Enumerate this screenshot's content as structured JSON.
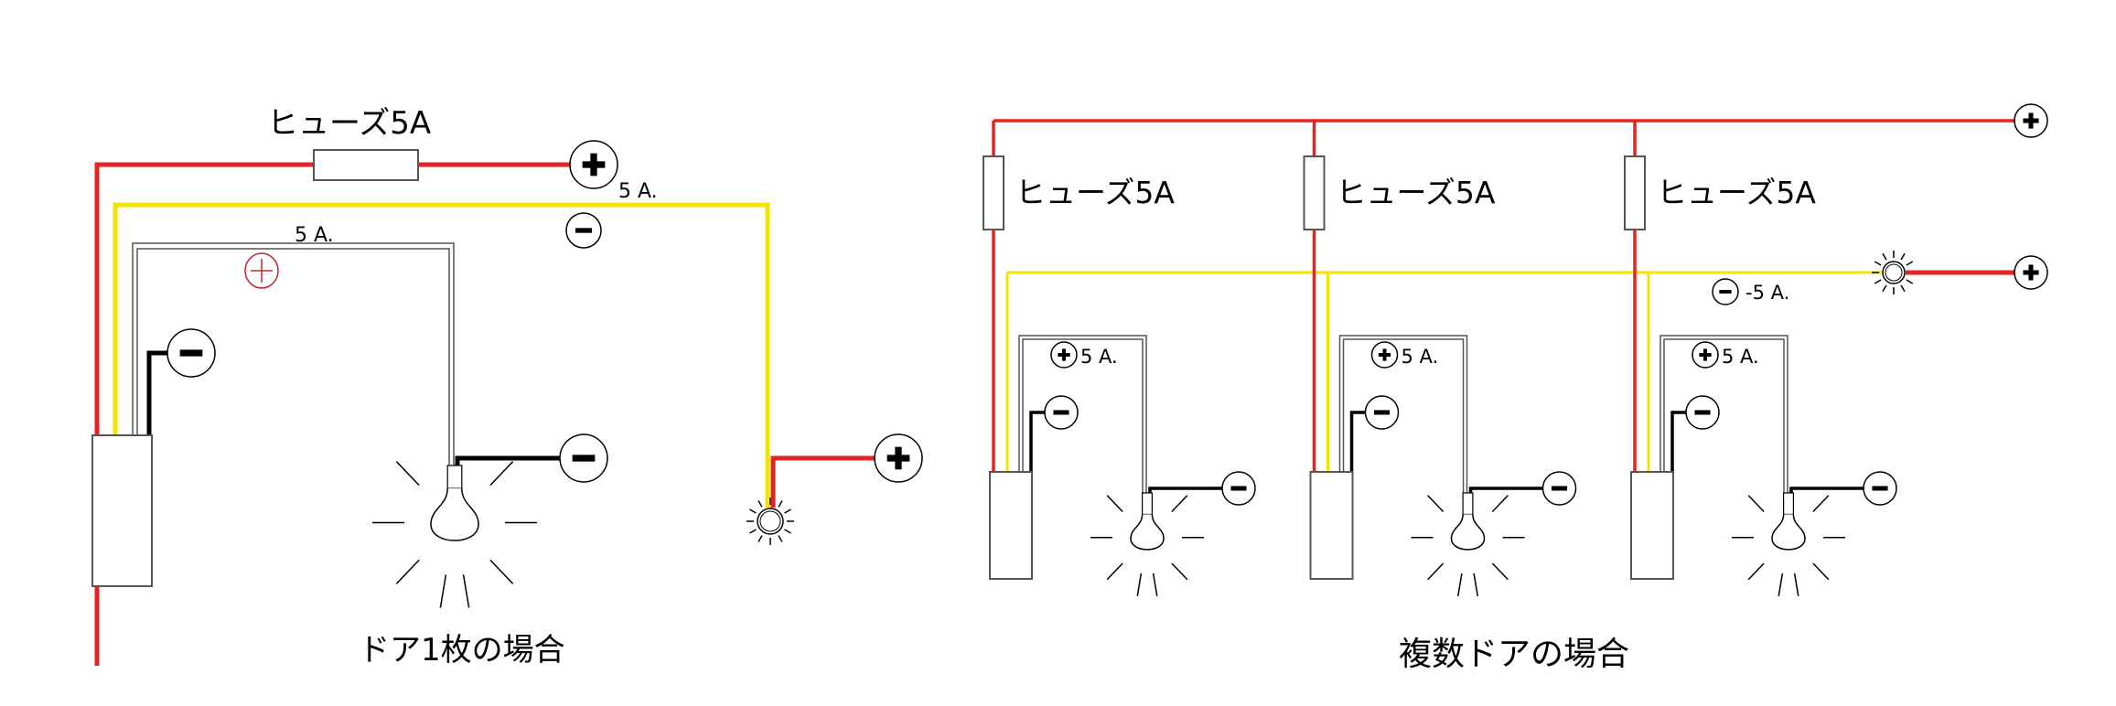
{
  "single_door": {
    "title": "ドア1枚の場合",
    "fuse_label": "ヒューズ5A",
    "current_label_top": "5 A.",
    "current_label_loop": "5 A."
  },
  "multi_door": {
    "title": "複数ドアの場合",
    "fuse_labels": [
      "ヒューズ5A",
      "ヒューズ5A",
      "ヒューズ5A"
    ],
    "minus_current_label": "-5 A.",
    "unit_current_labels": [
      "5 A.",
      "5 A.",
      "5 A."
    ]
  },
  "colors": {
    "positive_wire": "#e52421",
    "negative_wire": "#f5e400",
    "ground_wire": "#000000",
    "positive_marker": "#c0282d"
  }
}
